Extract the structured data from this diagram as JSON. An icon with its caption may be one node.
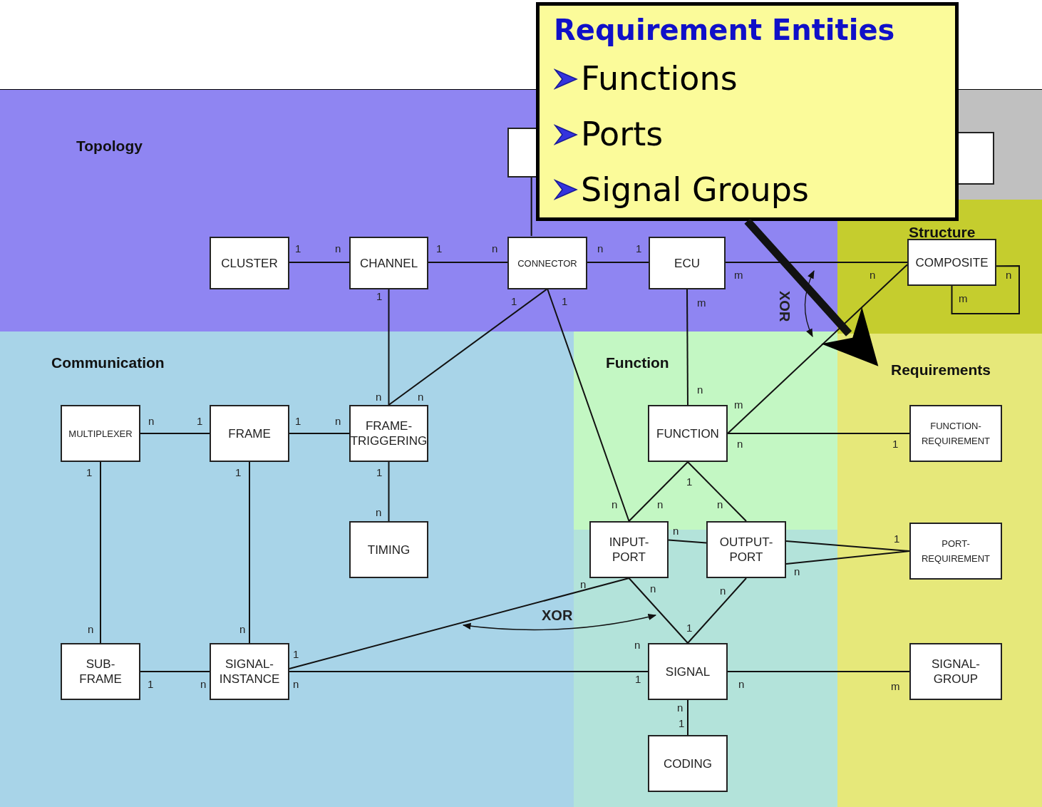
{
  "diagram": {
    "nodes": [
      {
        "text": [
          "Requirement Entities",
          "Functions",
          "Ports",
          "Signal Groups"
        ]
      },
      {
        "text": [
          "Topology"
        ]
      },
      {
        "text": [],
        "shape": "box",
        "in": 1
      },
      {
        "text": [
          "CLUSTER"
        ],
        "in": 1
      },
      {
        "text": [
          "CHANNEL"
        ],
        "in": 1
      },
      {
        "text": [
          "CONNECTOR"
        ],
        "in": 1
      },
      {
        "text": [
          "ECU"
        ],
        "in": 1
      },
      {
        "text": [
          "Structure"
        ]
      },
      {
        "text": [],
        "shape": "box"
      },
      {
        "text": [
          "COMPOSITE"
        ],
        "in": 7
      },
      {
        "text": [
          "Communication"
        ]
      },
      {
        "text": [
          "MULTIPLEXER"
        ],
        "in": 10
      },
      {
        "text": [
          "FRAME"
        ],
        "in": 10
      },
      {
        "text": [
          "FRAME- TRIGGERING"
        ],
        "in": 10
      },
      {
        "text": [
          "TIMING"
        ],
        "in": 10
      },
      {
        "text": [
          "SUB- FRAME"
        ],
        "in": 10
      },
      {
        "text": [
          "SIGNAL- INSTANCE"
        ],
        "in": 10
      },
      {
        "text": [
          "Function"
        ]
      },
      {
        "text": [
          "FUNCTION"
        ],
        "in": 17
      },
      {
        "text": [
          "INPUT- PORT"
        ],
        "in": 17
      },
      {
        "text": [
          "OUTPUT- PORT"
        ],
        "in": 17
      },
      {
        "text": [
          "SIGNAL"
        ],
        "in": 17
      },
      {
        "text": [
          "CODING"
        ],
        "in": 17
      },
      {
        "text": [
          "Requirements"
        ]
      },
      {
        "text": [
          "FUNCTION- REQUIREMENT"
        ],
        "in": 23
      },
      {
        "text": [
          "PORT- REQUIREMENT"
        ],
        "in": 23
      },
      {
        "text": [
          "SIGNAL- GROUP"
        ],
        "in": 23
      }
    ],
    "edges": [
      {
        "from": 3,
        "to": 4,
        "arrow": "none"
      },
      {
        "from": 4,
        "to": 5,
        "arrow": "none"
      },
      {
        "from": 5,
        "to": 6,
        "arrow": "none"
      },
      {
        "from": 6,
        "to": 9,
        "arrow": "none"
      },
      {
        "from": 9,
        "to": 9,
        "arrow": "none"
      },
      {
        "from": 4,
        "to": 13,
        "arrow": "none"
      },
      {
        "from": 5,
        "to": 13,
        "arrow": "none"
      },
      {
        "from": 5,
        "to": 19,
        "arrow": "none"
      },
      {
        "from": 6,
        "to": 18,
        "arrow": "none"
      },
      {
        "from": 18,
        "to": 9,
        "arrow": "none"
      },
      {
        "from": 18,
        "to": 24,
        "arrow": "none"
      },
      {
        "from": 11,
        "to": 12,
        "arrow": "none"
      },
      {
        "from": 12,
        "to": 13,
        "arrow": "none"
      },
      {
        "from": 13,
        "to": 14,
        "arrow": "none"
      },
      {
        "from": 11,
        "to": 15,
        "arrow": "none"
      },
      {
        "from": 12,
        "to": 16,
        "arrow": "none"
      },
      {
        "from": 15,
        "to": 16,
        "arrow": "none"
      },
      {
        "from": 18,
        "to": 19,
        "arrow": "none"
      },
      {
        "from": 18,
        "to": 20,
        "arrow": "none"
      },
      {
        "from": 19,
        "to": 20,
        "arrow": "none"
      },
      {
        "from": 20,
        "to": 25,
        "arrow": "none"
      },
      {
        "from": 16,
        "to": 19,
        "arrow": "none"
      },
      {
        "from": 16,
        "to": 21,
        "arrow": "none"
      },
      {
        "from": 19,
        "to": 21,
        "arrow": "none"
      },
      {
        "from": 20,
        "to": 21,
        "arrow": "none"
      },
      {
        "from": 21,
        "to": 26,
        "arrow": "none"
      },
      {
        "from": 21,
        "to": 22,
        "arrow": "none"
      },
      {
        "from": 5,
        "to": 2,
        "arrow": "none"
      },
      {
        "from": 20,
        "to": 25,
        "arrow": "none"
      },
      {
        "from": 0,
        "to": 23,
        "arrow": "to",
        "style": "thick"
      }
    ],
    "labels": [
      "1",
      "n",
      "1",
      "n",
      "n",
      "1",
      "m",
      "n",
      "n",
      "1",
      "1",
      "1",
      "m",
      "XOR",
      "m",
      "n",
      "n",
      "n",
      "m",
      "n",
      "1",
      "1",
      "n",
      "n",
      "1",
      "1",
      "1",
      "1",
      "1",
      "n",
      "n",
      "n",
      "n",
      "n",
      "1",
      "n",
      "n",
      "n",
      "n",
      "n",
      "n",
      "XOR",
      "1",
      "1",
      "n",
      "1",
      "n",
      "n",
      "1",
      "n",
      "m",
      "n",
      "1"
    ]
  }
}
